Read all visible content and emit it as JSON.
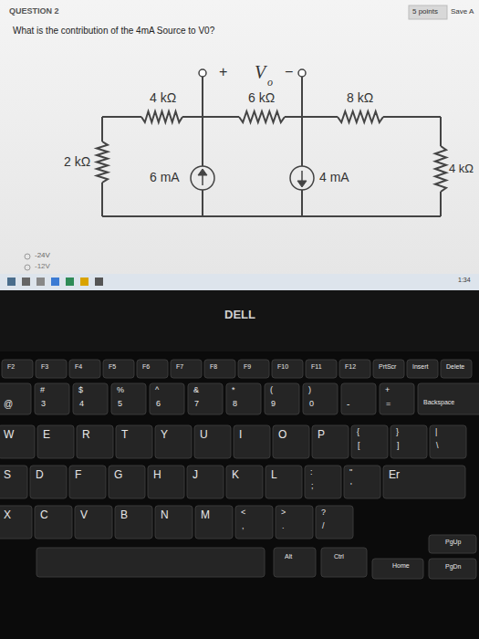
{
  "diagram": {
    "title": "QUESTION 2",
    "labels": [
      "5 points",
      "Save A",
      "What is the contribution of the 4mA Source to V0?",
      "4 kΩ",
      "+",
      "V",
      "o",
      "−",
      "6 kΩ",
      "8 kΩ",
      "2 kΩ",
      "6 mA",
      "4 mA",
      "4 kΩ",
      "-24V",
      "-12V",
      "1:34",
      "DELL",
      "F2",
      "F3",
      "F4",
      "F5",
      "F6",
      "F7",
      "F8",
      "F9",
      "F10",
      "F11",
      "F12",
      "PrtScr",
      "Insert",
      "Delete",
      "@",
      "#",
      "3",
      "$",
      "4",
      "%",
      "5",
      "^",
      "6",
      "&",
      "7",
      "*",
      "8",
      "(",
      "9",
      ")",
      "0",
      "-",
      "+",
      "=",
      "Backspace",
      "W",
      "E",
      "R",
      "T",
      "Y",
      "U",
      "I",
      "O",
      "P",
      "{",
      "[",
      "}",
      "]",
      "|",
      "\\",
      "S",
      "D",
      "F",
      "G",
      "H",
      "J",
      "K",
      "L",
      ":",
      ";",
      "\"",
      "'",
      "Er",
      "X",
      "C",
      "V",
      "B",
      "N",
      "M",
      "<",
      ",",
      ">",
      ".",
      "?",
      "/",
      "Alt",
      "Ctrl",
      "Home",
      "PgUp",
      "PgDn"
    ]
  }
}
